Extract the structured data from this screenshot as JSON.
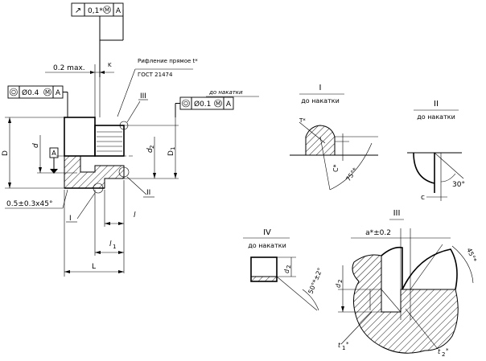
{
  "runout_frame": {
    "symbol": "↗",
    "tolerance": "0,1*",
    "modifier": "M",
    "datum": "A"
  },
  "left_frame": {
    "symbol": "◎",
    "tolerance": "Ø0.4",
    "modifier": "M",
    "datum": "A"
  },
  "right_frame": {
    "symbol": "◎",
    "tolerance": "Ø0.1",
    "modifier": "M",
    "datum": "A"
  },
  "datum_box": "A",
  "labels": {
    "max_dim": "0.2  max.",
    "k": "K",
    "knurl_line1": "Рифление прямое  t*",
    "knurl_line2": "ГОСТ 21474",
    "before_knurl": "до накатки",
    "D": "D",
    "d": "d",
    "d2": "d",
    "d2_sub": "2",
    "D1": "D",
    "D1_sub": "1",
    "chamfer": "0.5±0.3x45°",
    "roman1": "I",
    "roman2": "II",
    "roman3": "III",
    "roman4": "IV",
    "l": "l",
    "l1": "l",
    "l1_sub": "1",
    "L": "L"
  },
  "detail_I": {
    "title": "I",
    "subtitle": "до накатки",
    "t": "T*",
    "c": "C*",
    "angle": "75°*"
  },
  "detail_II": {
    "title": "II",
    "subtitle": "до накатки",
    "angle": "30°",
    "c": "c"
  },
  "detail_III": {
    "title": "III",
    "a": "a*±0.2",
    "angle": "45°*",
    "d2": "d",
    "d2_sub": "2",
    "t1": "t",
    "t1_sub": "1",
    "t1_star": "*",
    "t2": "t",
    "t2_sub": "2",
    "t2_star": "*"
  },
  "detail_IV": {
    "title": "IV",
    "subtitle": "до накатки",
    "d2": "d",
    "d2_sub": "2",
    "angle": "50°*±2°"
  }
}
